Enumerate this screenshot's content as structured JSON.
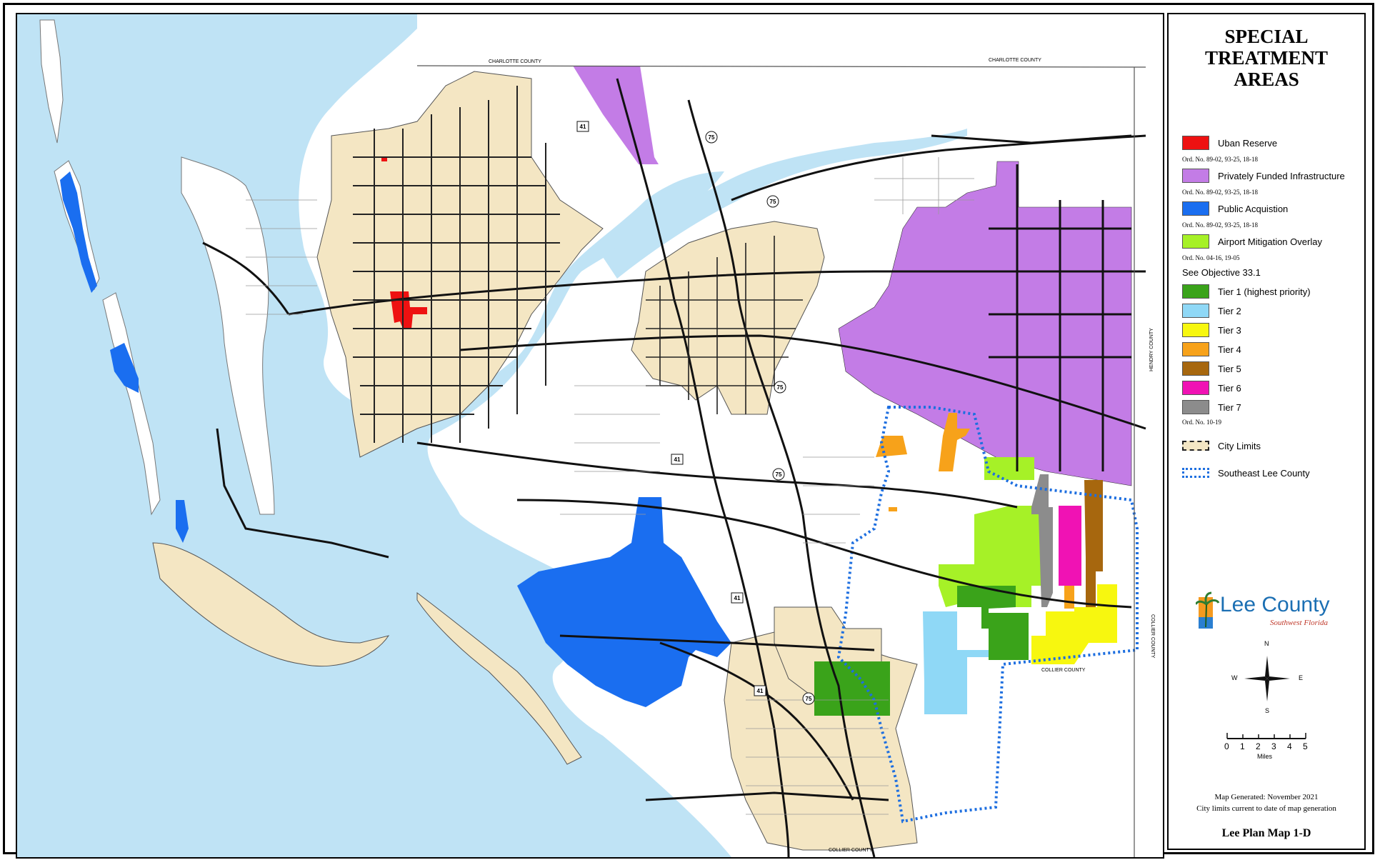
{
  "legend": {
    "title_lines": [
      "SPECIAL",
      "TREATMENT",
      "AREAS"
    ],
    "items": [
      {
        "label": "Uban Reserve",
        "color": "#ee1111",
        "ord": "Ord. No. 89-02, 93-25, 18-18"
      },
      {
        "label": "Privately Funded Infrastructure",
        "color": "#c37ce6",
        "ord": "Ord. No. 89-02, 93-25, 18-18"
      },
      {
        "label": "Public Acquistion",
        "color": "#1a6ef0",
        "ord": "Ord. No. 89-02, 93-25, 18-18"
      },
      {
        "label": "Airport Mitigation Overlay",
        "color": "#a6f127",
        "ord": "Ord. No. 04-16, 19-05"
      }
    ],
    "see_objective": "See Objective 33.1",
    "tiers": [
      {
        "label": "Tier 1 (highest priority)",
        "color": "#3aa31a"
      },
      {
        "label": "Tier 2",
        "color": "#8fd8f6"
      },
      {
        "label": "Tier 3",
        "color": "#f7f70f"
      },
      {
        "label": "Tier 4",
        "color": "#f7a21a"
      },
      {
        "label": "Tier 5",
        "color": "#a7670e"
      },
      {
        "label": "Tier 6",
        "color": "#f012b4"
      },
      {
        "label": "Tier 7",
        "color": "#8c8c8c"
      }
    ],
    "tier_ord": "Ord. No. 10-19",
    "city_limits": "City Limits",
    "southeast": "Southeast Lee County",
    "logo_name": "Lee County",
    "logo_tagline": "Southwest Florida",
    "compass": {
      "n": "N",
      "s": "S",
      "e": "E",
      "w": "W"
    },
    "scale_ticks": [
      "0",
      "1",
      "2",
      "3",
      "4",
      "5"
    ],
    "scale_unit": "Miles",
    "generated": "Map Generated:  November 2021",
    "city_note": "City limits current to date of map generation",
    "map_id": "Lee Plan Map 1-D"
  },
  "map": {
    "county_labels": {
      "charlotte_a": "CHARLOTTE COUNTY",
      "charlotte_b": "CHARLOTTE COUNTY",
      "hendry": "HENDRY COUNTY",
      "collier_a": "COLLIER COUNTY",
      "collier_b": "COLLIER COUNTY",
      "collier_c": "COLLIER COUNTY"
    },
    "highways": {
      "i75a": "75",
      "i75b": "75",
      "i75c": "75",
      "i75d": "75",
      "i75e": "75",
      "us41a": "41",
      "us41b": "41",
      "us41c": "41",
      "us41d": "41"
    },
    "colors": {
      "water": "#bfe3f5",
      "land": "#ffffff",
      "city": "#f4e6c3",
      "road": "#111111"
    }
  }
}
